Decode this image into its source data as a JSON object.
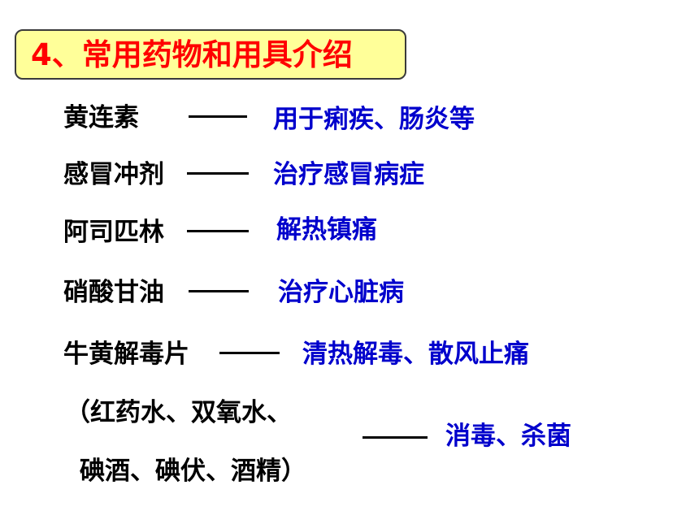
{
  "title": "4、常用药物和用具介绍",
  "items": [
    {
      "name": "黄连素",
      "dash": "——",
      "use": "用于痢疾、肠炎等"
    },
    {
      "name": "感冒冲剂",
      "dash": "——",
      "use": "治疗感冒病症"
    },
    {
      "name": "阿司匹林",
      "dash": "——",
      "use": "解热镇痛"
    },
    {
      "name": "硝酸甘油",
      "dash": "——",
      "use": "治疗心脏病"
    },
    {
      "name": "牛黄解毒片",
      "dash": "——",
      "use": "清热解毒、散风止痛"
    }
  ],
  "group": {
    "line1": "（红药水、双氧水、",
    "line2": "碘酒、碘伏、酒精）",
    "dash": "——",
    "use": "消毒、杀菌"
  },
  "colors": {
    "title": "#ff0000",
    "title_bg": "#ffff99",
    "usage": "#0000cc"
  }
}
